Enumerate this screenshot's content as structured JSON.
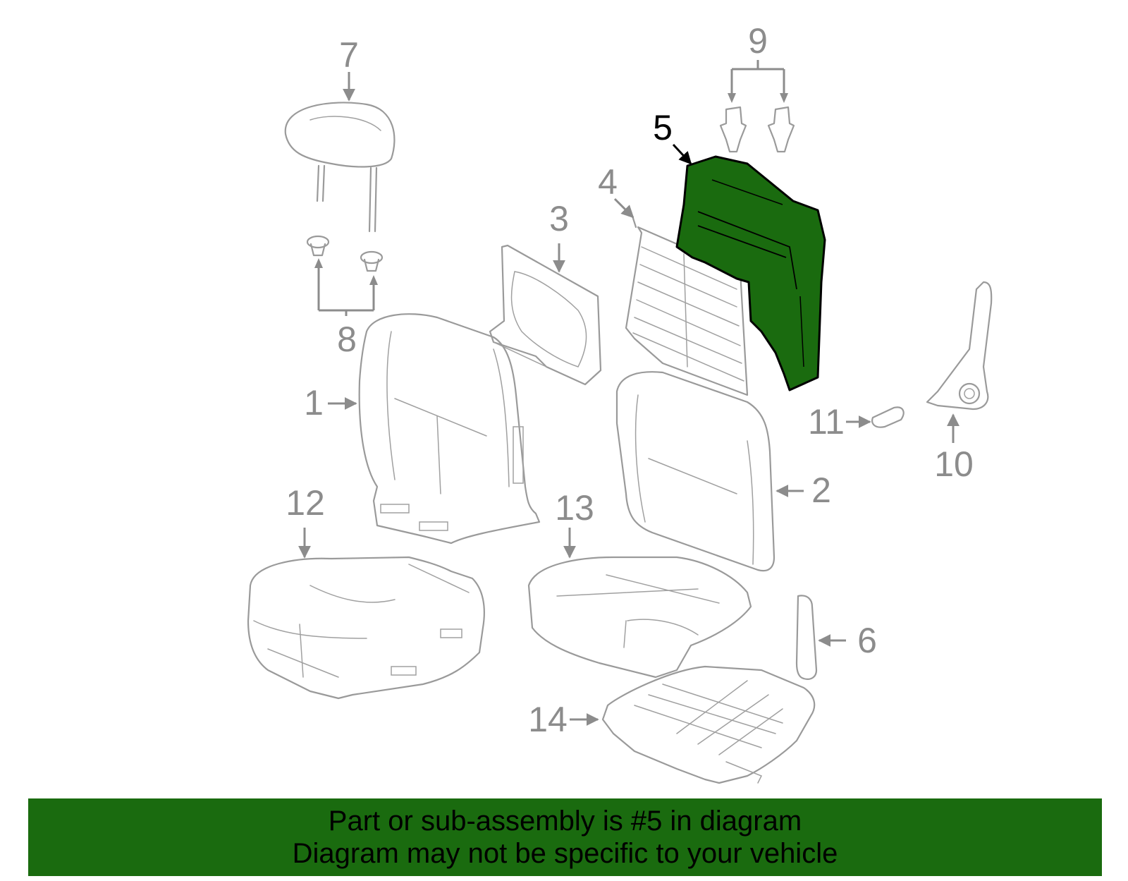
{
  "highlight_color": "#1a6b0f",
  "callouts": {
    "p1": "1",
    "p2": "2",
    "p3": "3",
    "p4": "4",
    "p5": "5",
    "p6": "6",
    "p7": "7",
    "p8": "8",
    "p9": "9",
    "p10": "10",
    "p11": "11",
    "p12": "12",
    "p13": "13",
    "p14": "14"
  },
  "banner": {
    "line1": "Part or sub-assembly is #5 in diagram",
    "line2": "Diagram may not be specific to your vehicle"
  }
}
